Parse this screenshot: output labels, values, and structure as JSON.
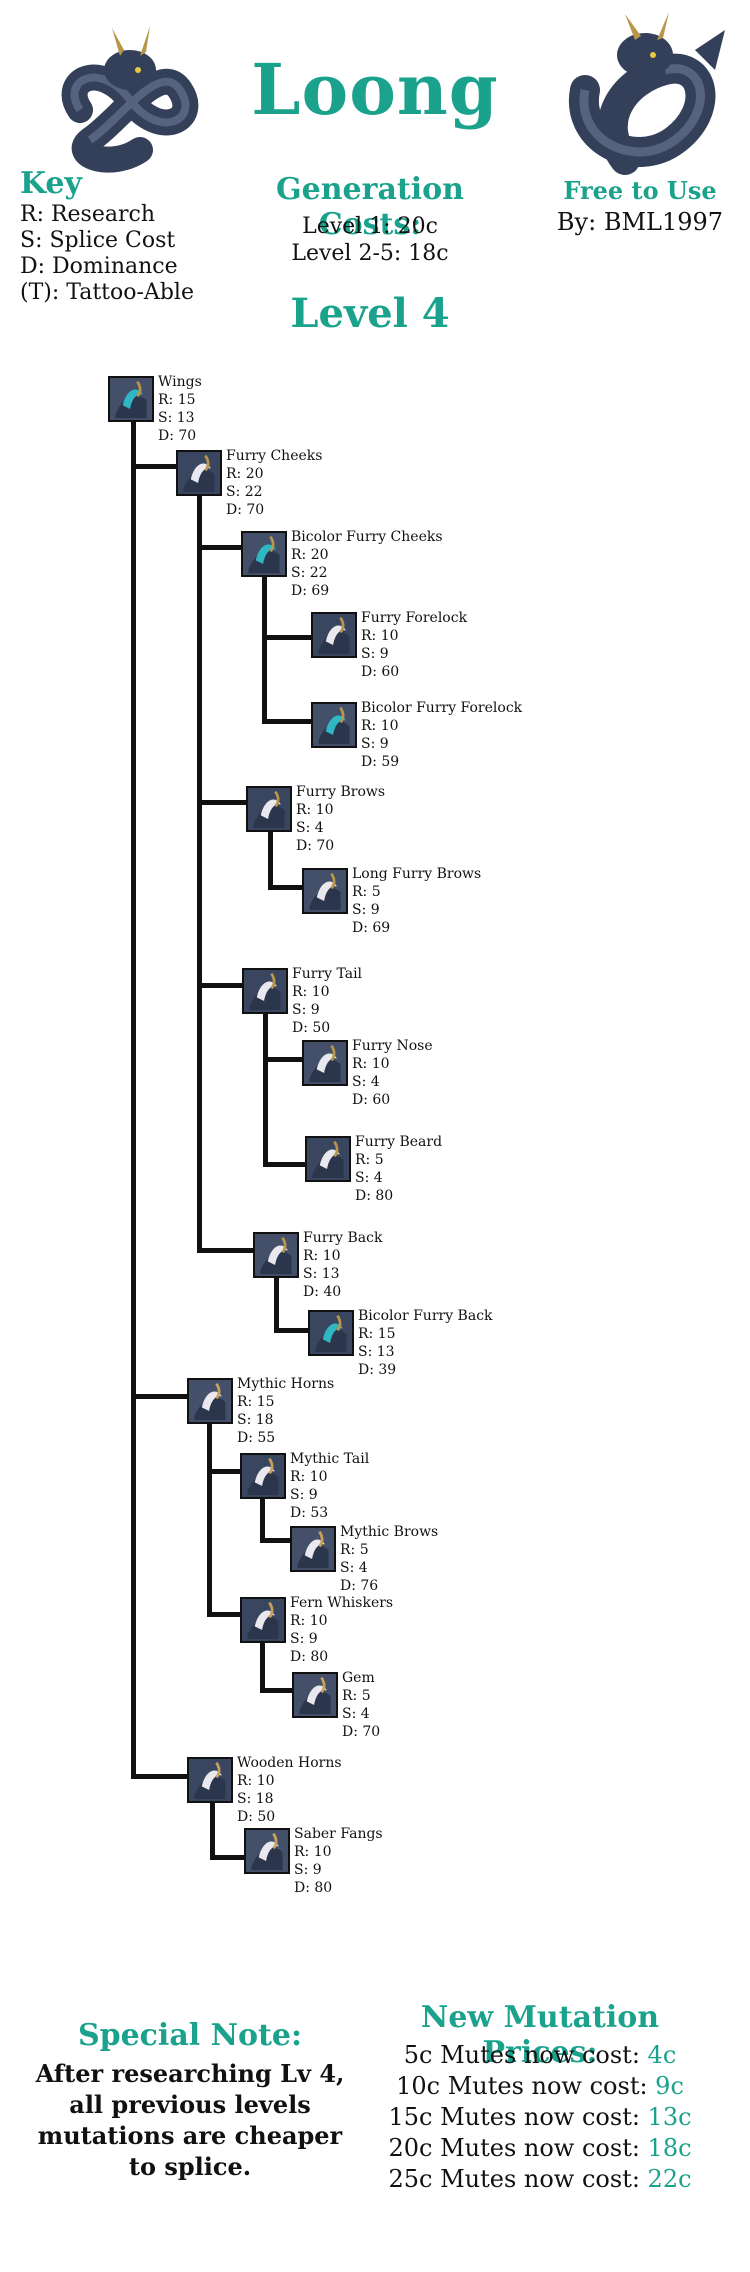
{
  "title": "Loong",
  "key": {
    "heading": "Key",
    "lines": [
      "R: Research",
      "S: Splice Cost",
      "D: Dominance",
      "(T): Tattoo-Able"
    ]
  },
  "generation": {
    "heading": "Generation Costs:",
    "lines": [
      "Level 1: 20c",
      "Level 2-5: 18c"
    ]
  },
  "level": "Level 4",
  "free": "Free to Use",
  "by": "By: BML1997",
  "colors": {
    "accent": "#1aa28c",
    "dragon": "#34405a",
    "horn": "#b8964a",
    "fur": "#e8e8ee",
    "fur_teal": "#2fb7c4"
  },
  "mutations": [
    {
      "name": "Wings",
      "r": "R: 15",
      "s": "S: 13",
      "d": "D: 70",
      "icon": "wings-icon"
    },
    {
      "name": "Furry Cheeks",
      "r": "R: 20",
      "s": "S: 22",
      "d": "D: 70",
      "icon": "furry-cheeks-icon"
    },
    {
      "name": "Bicolor Furry Cheeks",
      "r": "R: 20",
      "s": "S: 22",
      "d": "D: 69",
      "icon": "bicolor-furry-cheeks-icon"
    },
    {
      "name": "Furry Forelock",
      "r": "R: 10",
      "s": "S: 9",
      "d": "D: 60",
      "icon": "furry-forelock-icon"
    },
    {
      "name": "Bicolor Furry Forelock",
      "r": "R: 10",
      "s": "S: 9",
      "d": "D: 59",
      "icon": "bicolor-furry-forelock-icon"
    },
    {
      "name": "Furry Brows",
      "r": "R: 10",
      "s": "S: 4",
      "d": "D: 70",
      "icon": "furry-brows-icon"
    },
    {
      "name": "Long Furry Brows",
      "r": "R: 5",
      "s": "S: 9",
      "d": "D: 69",
      "icon": "long-furry-brows-icon"
    },
    {
      "name": "Furry Tail",
      "r": "R: 10",
      "s": "S: 9",
      "d": "D: 50",
      "icon": "furry-tail-icon"
    },
    {
      "name": "Furry Nose",
      "r": "R: 10",
      "s": "S: 4",
      "d": "D: 60",
      "icon": "furry-nose-icon"
    },
    {
      "name": "Furry Beard",
      "r": "R: 5",
      "s": "S: 4",
      "d": "D: 80",
      "icon": "furry-beard-icon"
    },
    {
      "name": "Furry Back",
      "r": "R: 10",
      "s": "S: 13",
      "d": "D: 40",
      "icon": "furry-back-icon"
    },
    {
      "name": "Bicolor Furry Back",
      "r": "R: 15",
      "s": "S: 13",
      "d": "D: 39",
      "icon": "bicolor-furry-back-icon"
    },
    {
      "name": "Mythic Horns",
      "r": "R: 15",
      "s": "S: 18",
      "d": "D: 55",
      "icon": "mythic-horns-icon"
    },
    {
      "name": "Mythic Tail",
      "r": "R: 10",
      "s": "S: 9",
      "d": "D: 53",
      "icon": "mythic-tail-icon"
    },
    {
      "name": "Mythic Brows",
      "r": "R: 5",
      "s": "S: 4",
      "d": "D: 76",
      "icon": "mythic-brows-icon"
    },
    {
      "name": "Fern Whiskers",
      "r": "R: 10",
      "s": "S: 9",
      "d": "D: 80",
      "icon": "fern-whiskers-icon"
    },
    {
      "name": "Gem",
      "r": "R: 5",
      "s": "S: 4",
      "d": "D: 70",
      "icon": "gem-icon"
    },
    {
      "name": "Wooden Horns",
      "r": "R: 10",
      "s": "S: 18",
      "d": "D: 50",
      "icon": "wooden-horns-icon"
    },
    {
      "name": "Saber Fangs",
      "r": "R: 10",
      "s": "S: 9",
      "d": "D: 80",
      "icon": "saber-fangs-icon"
    }
  ],
  "note": {
    "heading": "Special Note:",
    "lines": [
      "After researching Lv 4,",
      "all previous levels",
      "mutations are cheaper",
      "to splice."
    ]
  },
  "prices": {
    "heading": "New Mutation Prices:",
    "rows": [
      {
        "label": "5c Mutes now cost: ",
        "value": "4c"
      },
      {
        "label": "10c Mutes now cost: ",
        "value": "9c"
      },
      {
        "label": "15c Mutes now cost: ",
        "value": "13c"
      },
      {
        "label": "20c Mutes now cost: ",
        "value": "18c"
      },
      {
        "label": "25c Mutes now cost: ",
        "value": "22c"
      }
    ]
  }
}
